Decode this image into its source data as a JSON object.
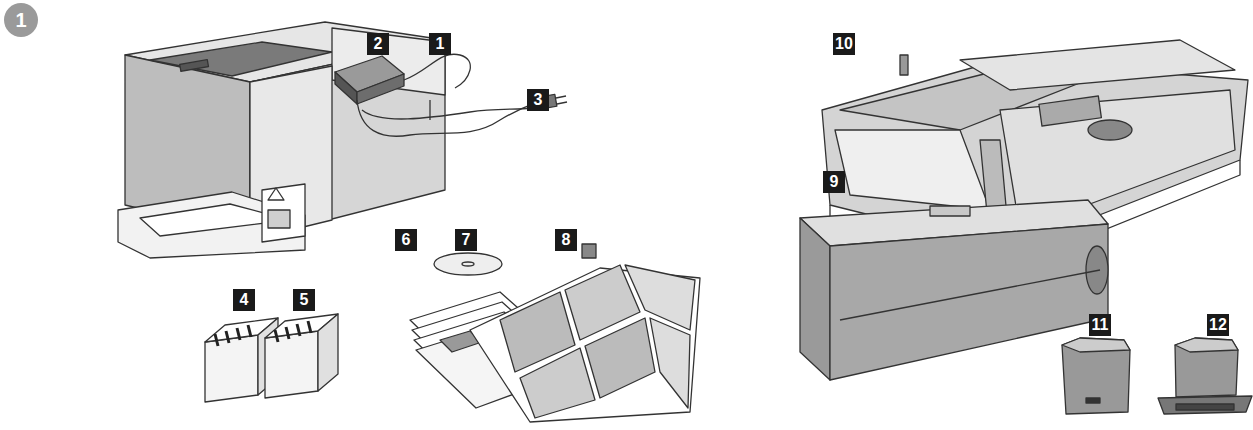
{
  "diagram": {
    "labels": [
      "1",
      "1",
      "2",
      "3",
      "4",
      "5",
      "6",
      "7",
      "8",
      "9",
      "10",
      "11",
      "12"
    ]
  }
}
